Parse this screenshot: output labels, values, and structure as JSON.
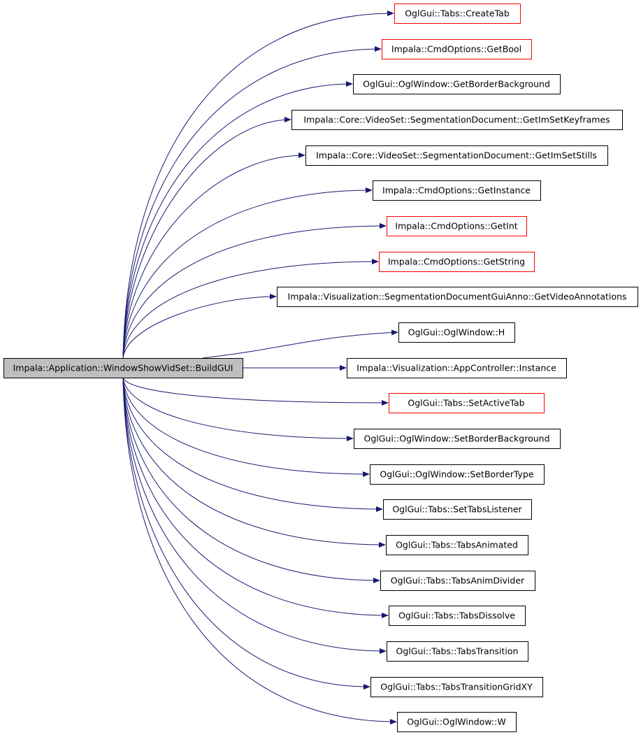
{
  "source": {
    "label": "Impala::Application::WindowShowVidSet::BuildGUI",
    "fill": "#bfbfbf",
    "border": "#000000"
  },
  "edge_color": "#191970",
  "targets": [
    {
      "label": "OglGui::Tabs::CreateTab",
      "border": "#ff0000"
    },
    {
      "label": "Impala::CmdOptions::GetBool",
      "border": "#ff0000"
    },
    {
      "label": "OglGui::OglWindow::GetBorderBackground",
      "border": "#000000"
    },
    {
      "label": "Impala::Core::VideoSet::SegmentationDocument::GetImSetKeyframes",
      "border": "#000000"
    },
    {
      "label": "Impala::Core::VideoSet::SegmentationDocument::GetImSetStills",
      "border": "#000000"
    },
    {
      "label": "Impala::CmdOptions::GetInstance",
      "border": "#000000"
    },
    {
      "label": "Impala::CmdOptions::GetInt",
      "border": "#ff0000"
    },
    {
      "label": "Impala::CmdOptions::GetString",
      "border": "#ff0000"
    },
    {
      "label": "Impala::Visualization::SegmentationDocumentGuiAnno::GetVideoAnnotations",
      "border": "#000000"
    },
    {
      "label": "OglGui::OglWindow::H",
      "border": "#000000"
    },
    {
      "label": "Impala::Visualization::AppController::Instance",
      "border": "#000000"
    },
    {
      "label": "OglGui::Tabs::SetActiveTab",
      "border": "#ff0000"
    },
    {
      "label": "OglGui::OglWindow::SetBorderBackground",
      "border": "#000000"
    },
    {
      "label": "OglGui::OglWindow::SetBorderType",
      "border": "#000000"
    },
    {
      "label": "OglGui::Tabs::SetTabsListener",
      "border": "#000000"
    },
    {
      "label": "OglGui::Tabs::TabsAnimated",
      "border": "#000000"
    },
    {
      "label": "OglGui::Tabs::TabsAnimDivider",
      "border": "#000000"
    },
    {
      "label": "OglGui::Tabs::TabsDissolve",
      "border": "#000000"
    },
    {
      "label": "OglGui::Tabs::TabsTransition",
      "border": "#000000"
    },
    {
      "label": "OglGui::Tabs::TabsTransitionGridXY",
      "border": "#000000"
    },
    {
      "label": "OglGui::OglWindow::W",
      "border": "#000000"
    }
  ]
}
